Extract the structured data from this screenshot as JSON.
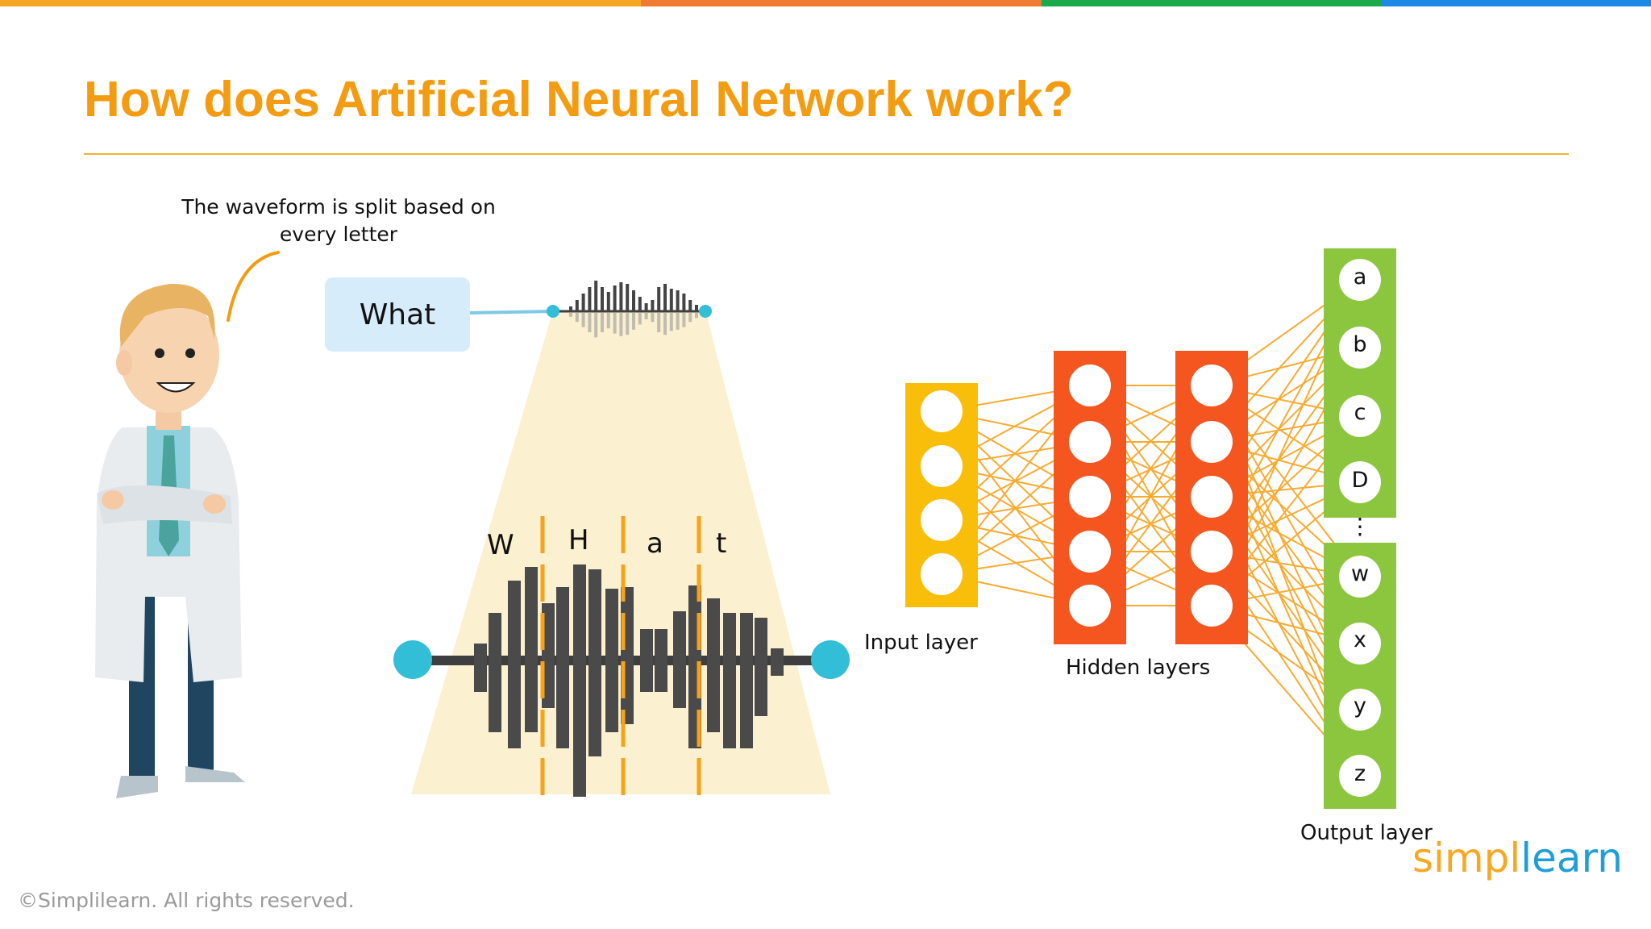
{
  "slide": {
    "title": "How does Artificial Neural Network work?",
    "caption": "The waveform is split based on every letter",
    "bubble_text": "What",
    "letters": [
      "W",
      "H",
      "a",
      "t"
    ],
    "input_label": "Input layer",
    "hidden_label": "Hidden layers",
    "output_label": "Output layer",
    "output_nodes_top": [
      "a",
      "b",
      "c",
      "D"
    ],
    "ellipsis": "⋮",
    "output_nodes_bottom": [
      "w",
      "x",
      "y",
      "z"
    ],
    "copyright": "©Simplilearn. All rights reserved.",
    "logo_part1": "simpl",
    "logo_part2": "learn"
  },
  "colors": {
    "accent": "#F39C12",
    "input_layer": "#F9BE0A",
    "hidden_layer": "#F5551F",
    "output_layer": "#8CC63F",
    "waveform": "#4A4A4A",
    "waveform_cap": "#32BED6",
    "connection": "#F7A21B",
    "beam": "#FBF0CF"
  },
  "icons": [
    "person-figure",
    "speech-arc"
  ]
}
